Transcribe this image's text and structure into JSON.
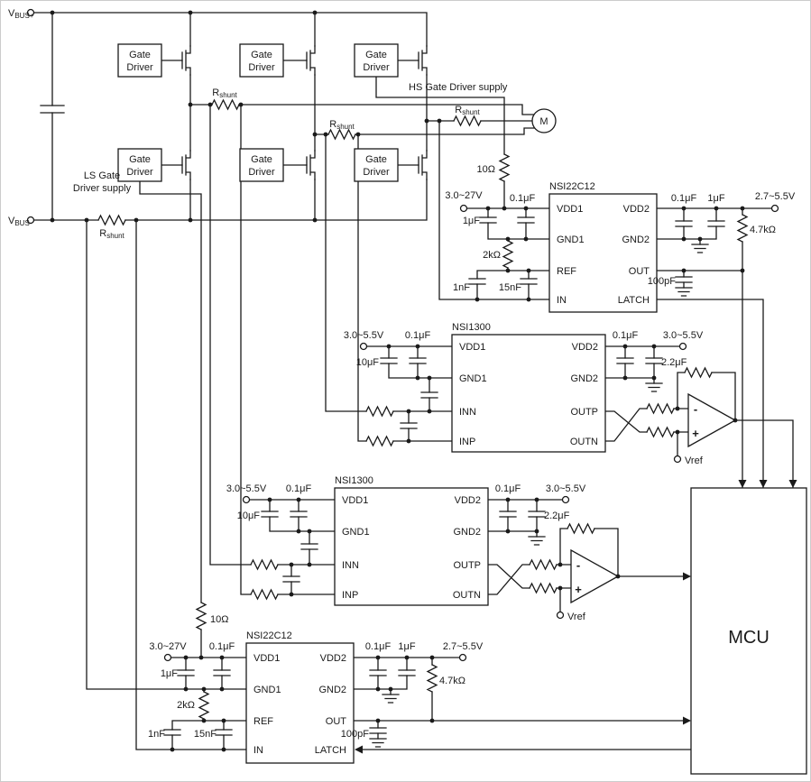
{
  "colors": {
    "line": "#1a1a1a",
    "background": "#ffffff"
  },
  "labels": {
    "vbus_plus": {
      "main": "V",
      "sub": "BUS+"
    },
    "vbus_minus": {
      "main": "V",
      "sub": "BUS-"
    },
    "gate_driver": {
      "line1": "Gate",
      "line2": "Driver"
    },
    "rshunt": {
      "main": "R",
      "sub": "shunt"
    },
    "hs_supply": "HS Gate Driver supply",
    "ls_supply_line1": "LS Gate",
    "ls_supply_line2": "Driver supply",
    "motor": "M",
    "mcu": "MCU",
    "vref": "Vref",
    "opamp_minus": "-",
    "opamp_plus": "+"
  },
  "chips": {
    "nsi22c12": {
      "name": "NSI22C12",
      "pins_left": [
        "VDD1",
        "GND1",
        "REF",
        "IN"
      ],
      "pins_right": [
        "VDD2",
        "GND2",
        "OUT",
        "LATCH"
      ]
    },
    "nsi1300": {
      "name": "NSI1300",
      "pins_left": [
        "VDD1",
        "GND1",
        "INN",
        "INP"
      ],
      "pins_right": [
        "VDD2",
        "GND2",
        "OUTP",
        "OUTN"
      ]
    }
  },
  "values": {
    "supply_in": "3.0~27V",
    "supply_out": "2.7~5.5V",
    "supply_3p0_5p5": "3.0~5.5V",
    "cap_100n": "0.1μF",
    "cap_1u": "1μF",
    "cap_10u": "10μF",
    "cap_2u2": "2.2μF",
    "cap_100p": "100pF",
    "cap_1n": "1nF",
    "cap_15n": "15nF",
    "res_10": "10Ω",
    "res_2k": "2kΩ",
    "res_4k7": "4.7kΩ"
  }
}
